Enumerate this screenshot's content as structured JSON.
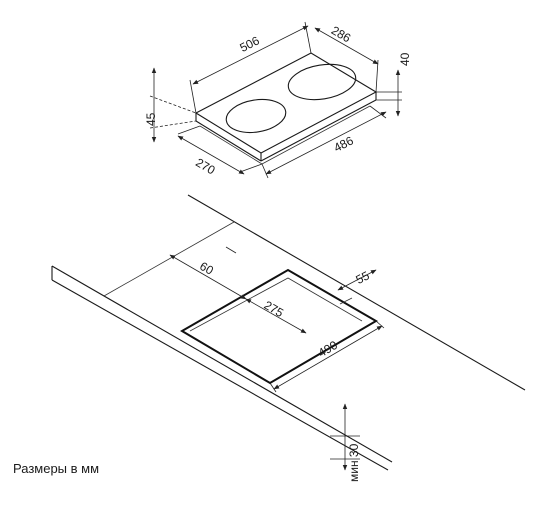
{
  "hob": {
    "width_dim": "506",
    "depth_dim": "286",
    "height_dim": "40",
    "side_height_dim": "45",
    "front_width_dim": "486",
    "front_depth_dim": "270"
  },
  "cutout": {
    "back_offset_dim": "60",
    "side_offset_dim": "55",
    "cut_depth_dim": "275",
    "cut_width_dim": "490",
    "min_thickness_dim": "мин 30"
  },
  "caption": "Размеры в мм"
}
